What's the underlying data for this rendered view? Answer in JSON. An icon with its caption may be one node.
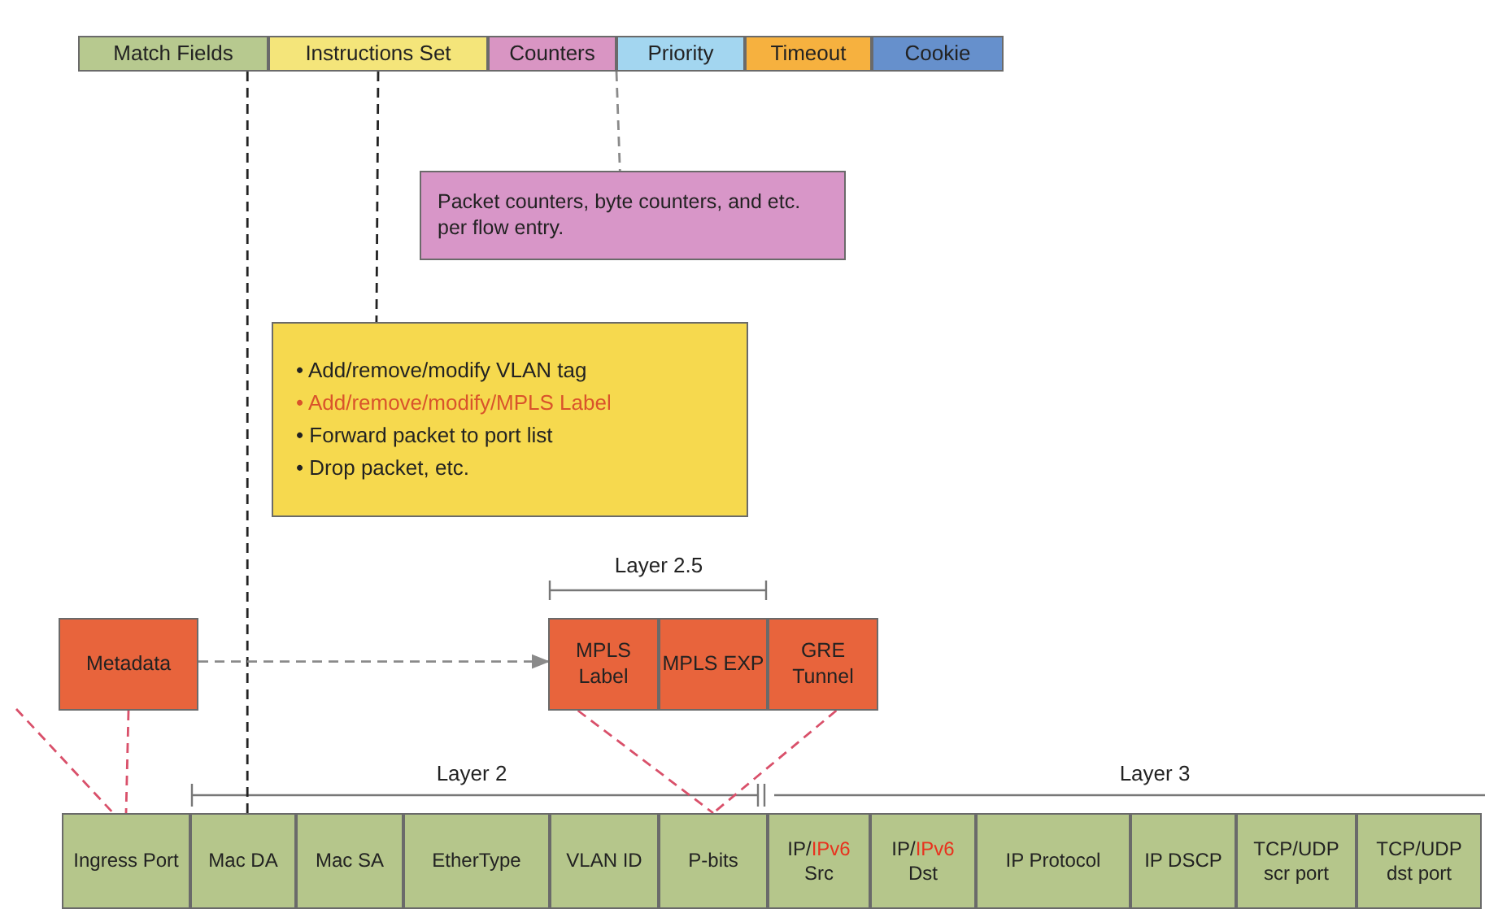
{
  "diagram": {
    "nodes": [
      {
        "text": [
          "Match Fields"
        ]
      },
      {
        "text": [
          "Instructions Set"
        ]
      },
      {
        "text": [
          "Counters"
        ]
      },
      {
        "text": [
          "Priority"
        ]
      },
      {
        "text": [
          "Timeout"
        ]
      },
      {
        "text": [
          "Cookie"
        ]
      },
      {
        "text": [
          "Packet counters, byte counters, and etc. per flow entry."
        ]
      },
      {
        "text": [
          "• Add/remove/modify VLAN tag",
          "• Add/remove/modify/MPLS Label",
          "• Forward packet to port list",
          "• Drop packet, etc."
        ]
      },
      {
        "text": [
          "Metadata"
        ]
      },
      {
        "text": [
          "MPLS Label"
        ]
      },
      {
        "text": [
          "MPLS EXP"
        ]
      },
      {
        "text": [
          "GRE Tunnel"
        ]
      },
      {
        "text": [
          "Ingress Port"
        ]
      },
      {
        "text": [
          "Mac DA"
        ]
      },
      {
        "text": [
          "Mac SA"
        ]
      },
      {
        "text": [
          "EtherType"
        ]
      },
      {
        "text": [
          "VLAN ID"
        ]
      },
      {
        "text": [
          "P-bits"
        ]
      },
      {
        "text": [
          "IP/",
          "IPv6",
          "Src"
        ]
      },
      {
        "text": [
          "IP/",
          "IPv6",
          "Dst"
        ]
      },
      {
        "text": [
          "IP Protocol"
        ]
      },
      {
        "text": [
          "IP DSCP"
        ]
      },
      {
        "text": [
          "TCP/UDP scr port"
        ]
      },
      {
        "text": [
          "TCP/UDP dst port"
        ]
      }
    ],
    "edges": [
      {
        "from": 0,
        "to": 13,
        "arrow": "none",
        "style": "dashed",
        "color": "#222222"
      },
      {
        "from": 1,
        "to": 7,
        "arrow": "none",
        "style": "dashed",
        "color": "#222222"
      },
      {
        "from": 2,
        "to": 6,
        "arrow": "none",
        "style": "dashed",
        "color": "#8a8a8a"
      },
      {
        "from": 8,
        "to": 9,
        "arrow": "to",
        "style": "dashed",
        "color": "#8a8a8a"
      },
      {
        "from": 8,
        "to": 12,
        "arrow": "none",
        "style": "dashed",
        "color": "#d9506a"
      },
      {
        "from": null,
        "to": 12,
        "arrow": "none",
        "style": "dashed",
        "color": "#d9506a"
      },
      {
        "from": 9,
        "to": 17,
        "arrow": "none",
        "style": "dashed",
        "color": "#d9506a"
      },
      {
        "from": 11,
        "to": 17,
        "arrow": "none",
        "style": "dashed",
        "color": "#d9506a"
      }
    ],
    "labels": [
      "Layer 2.5",
      "Layer 2",
      "Layer 3"
    ]
  }
}
